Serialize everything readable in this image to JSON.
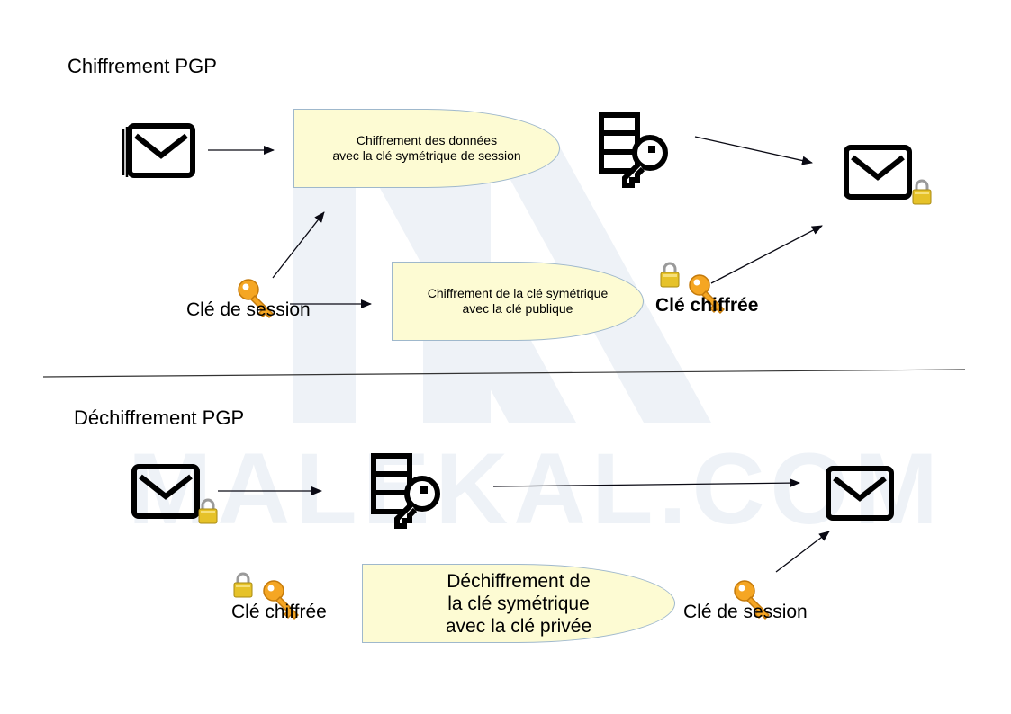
{
  "encryption": {
    "title": "Chiffrement PGP",
    "step_data": {
      "line1": "Chiffrement des données",
      "line2": "avec la clé symétrique de session"
    },
    "step_key": {
      "line1": "Chiffrement de la clé symétrique",
      "line2": "avec la clé publique"
    },
    "session_key_label": "Clé de session",
    "encrypted_key_label": "Clé chiffrée"
  },
  "decryption": {
    "title": "Déchiffrement PGP",
    "step_key": {
      "line1": "Déchiffrement de",
      "line2": "la clé symétrique",
      "line3": "avec la clé privée"
    },
    "encrypted_key_label": "Clé chiffrée",
    "session_key_label": "Clé de session"
  },
  "watermark": "MALEKAL.COM",
  "colors": {
    "blob_fill": "#fdfbd3",
    "blob_border": "#9fb8cc",
    "key": "#f5a623",
    "lock": "#e6c229",
    "watermark": "#eef2f7"
  }
}
